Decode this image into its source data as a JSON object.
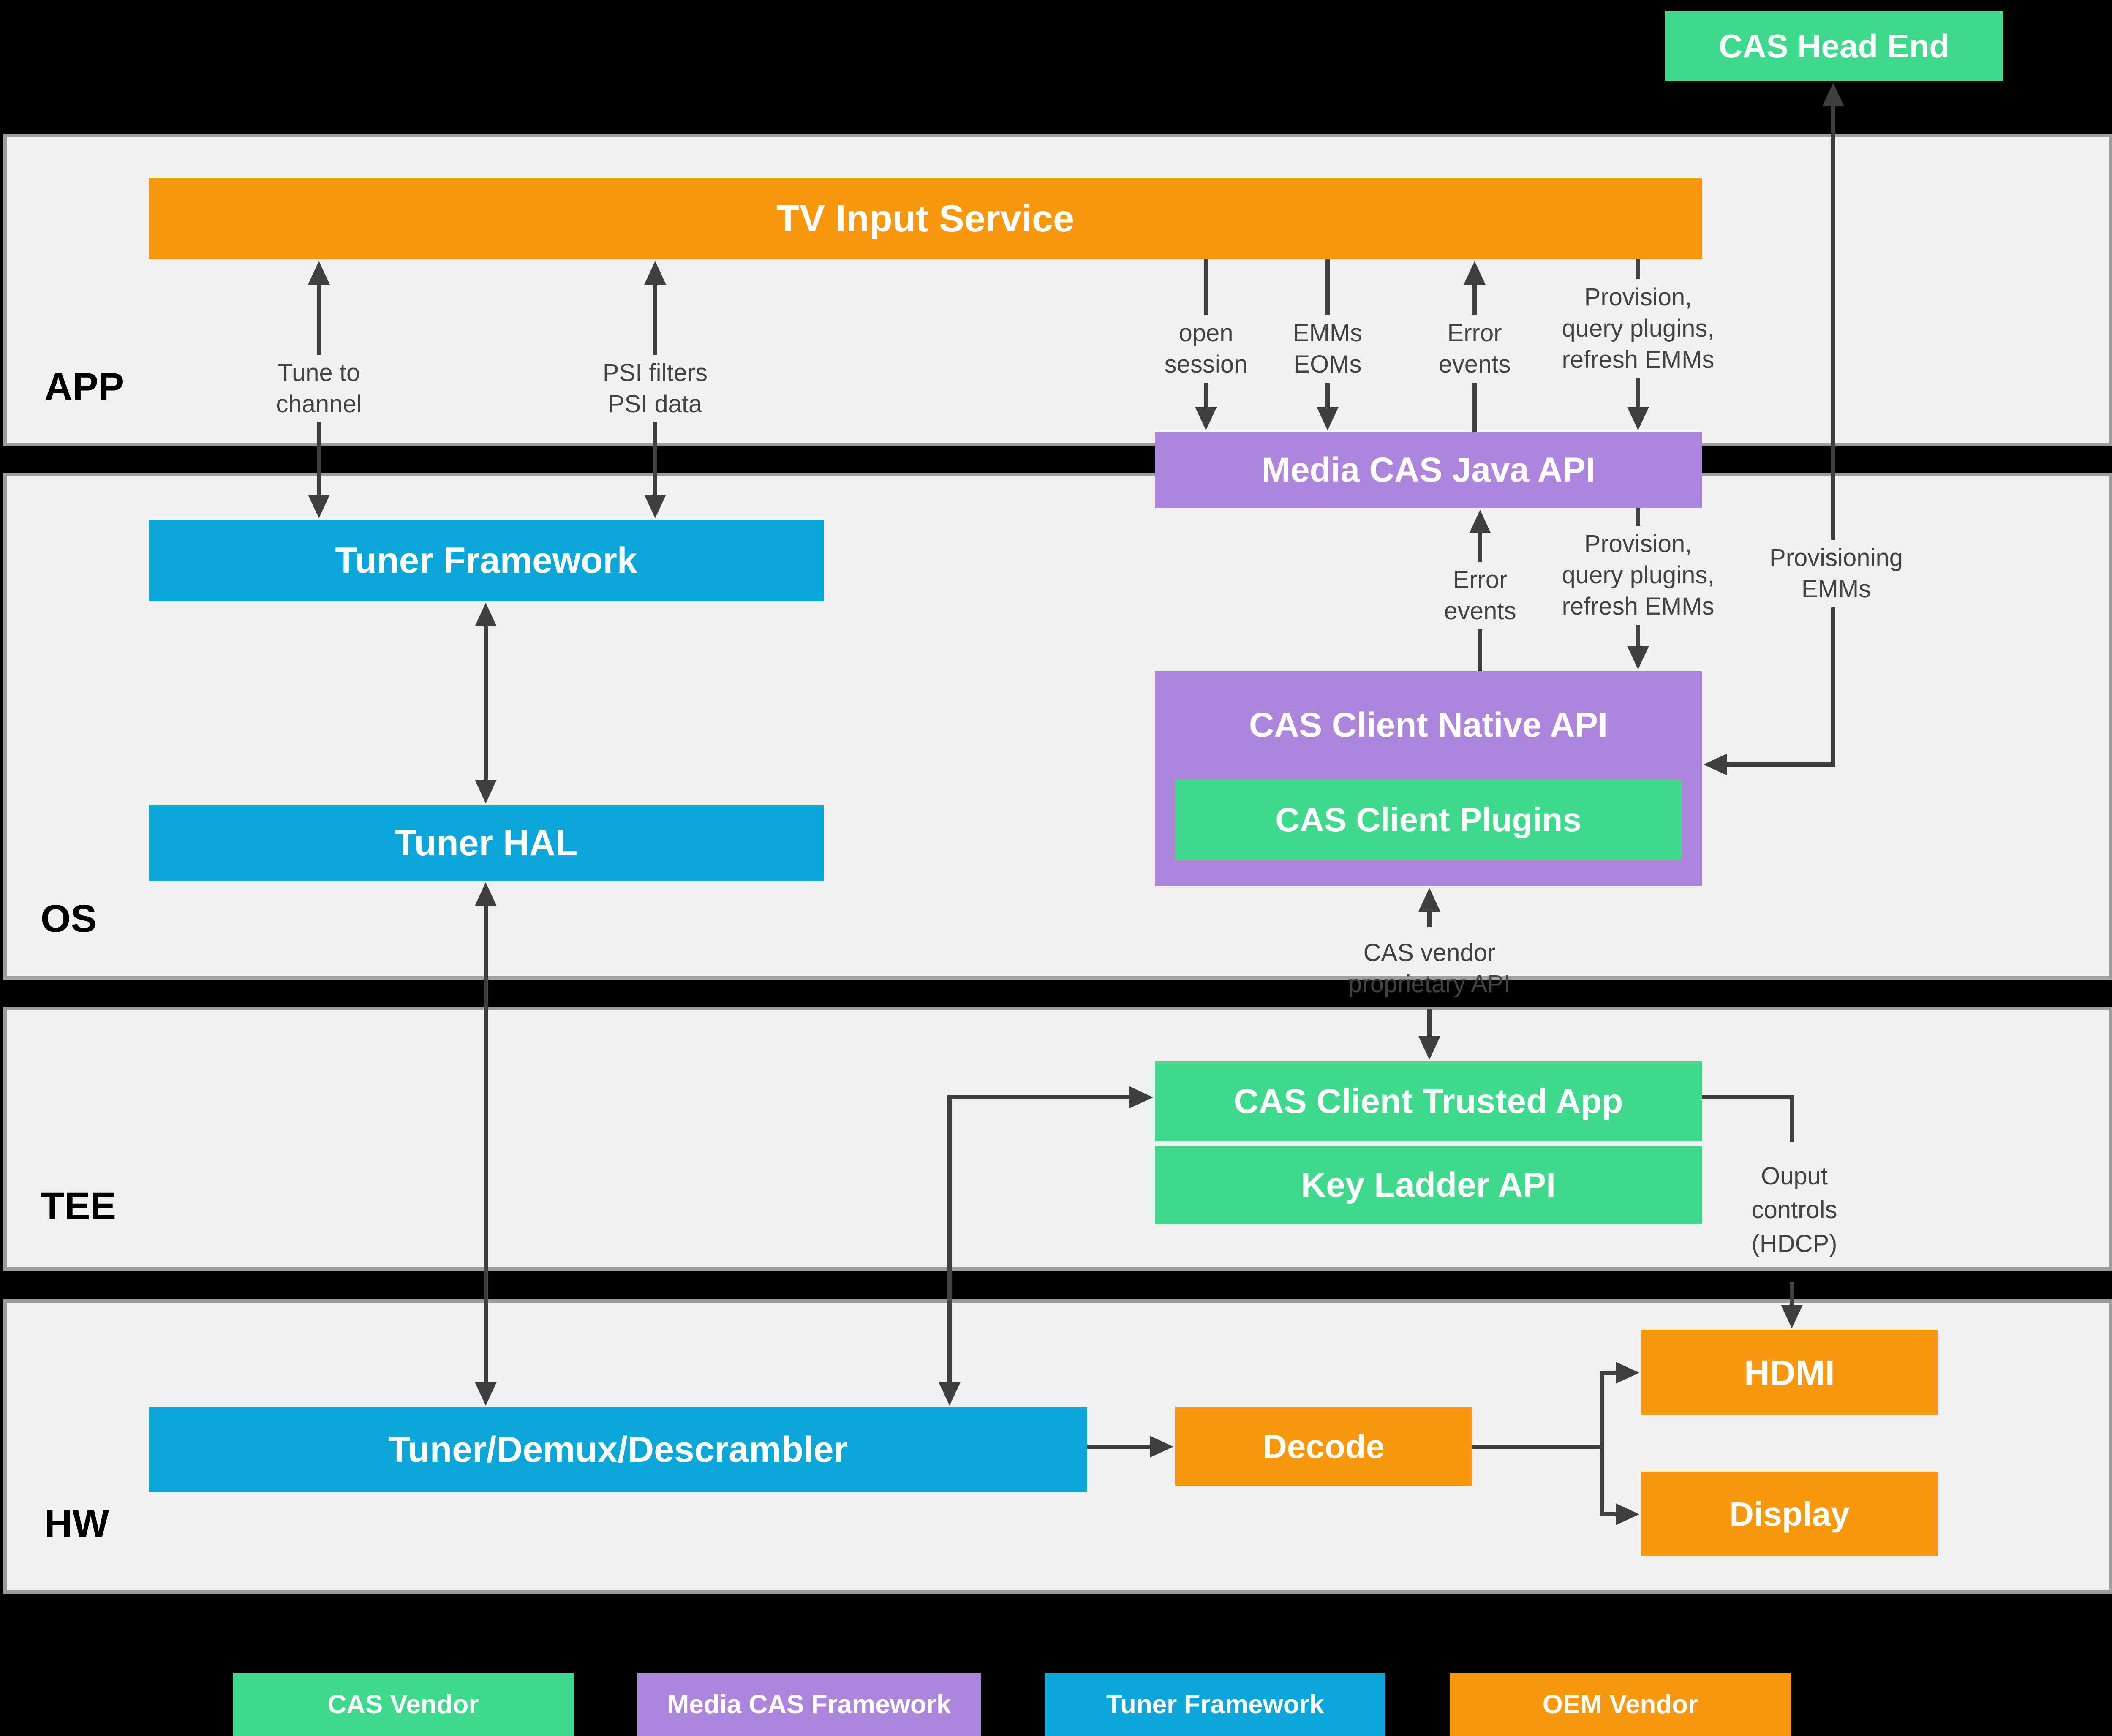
{
  "colors": {
    "orange": "#F9980E",
    "blue": "#0DA6D8",
    "purple": "#AE85DC",
    "green": "#3ED98B",
    "band_background": "#F1F1F1",
    "band_border": "#9E9E9E",
    "line": "#3F3F3F",
    "edge_label_text": "#424242",
    "background": "#000000"
  },
  "sections": {
    "app": "APP",
    "os": "OS",
    "tee": "TEE",
    "hw": "HW"
  },
  "boxes": {
    "cas_head_end": "CAS Head End",
    "tv_input_service": "TV Input Service",
    "tuner_framework": "Tuner Framework",
    "tuner_hal": "Tuner HAL",
    "media_cas_java_api": "Media CAS Java API",
    "cas_client_native_api": "CAS Client Native API",
    "cas_client_plugins": "CAS Client Plugins",
    "cas_client_trusted_app": "CAS Client Trusted App",
    "key_ladder_api": "Key Ladder API",
    "tuner_demux_descrambler": "Tuner/Demux/Descrambler",
    "decode": "Decode",
    "hdmi": "HDMI",
    "display": "Display"
  },
  "edge_labels": {
    "tune_to_channel": "Tune to\nchannel",
    "psi_filters": "PSI filters\nPSI data",
    "open_session": "open\nsession",
    "emms_eoms": "EMMs\nEOMs",
    "error_events_app": "Error\nevents",
    "provision_app": "Provision,\nquery plugins,\nrefresh EMMs",
    "error_events_os": "Error\nevents",
    "provision_os": "Provision,\nquery plugins,\nrefresh EMMs",
    "provisioning_emms": "Provisioning\nEMMs",
    "cas_vendor_api": "CAS vendor\nproprietary API",
    "output_controls": "Ouput\ncontrols\n(HDCP)"
  },
  "legend": {
    "cas_vendor": "CAS Vendor",
    "media_cas_framework": "Media CAS Framework",
    "tuner_framework": "Tuner Framework",
    "oem_vendor": "OEM Vendor"
  }
}
